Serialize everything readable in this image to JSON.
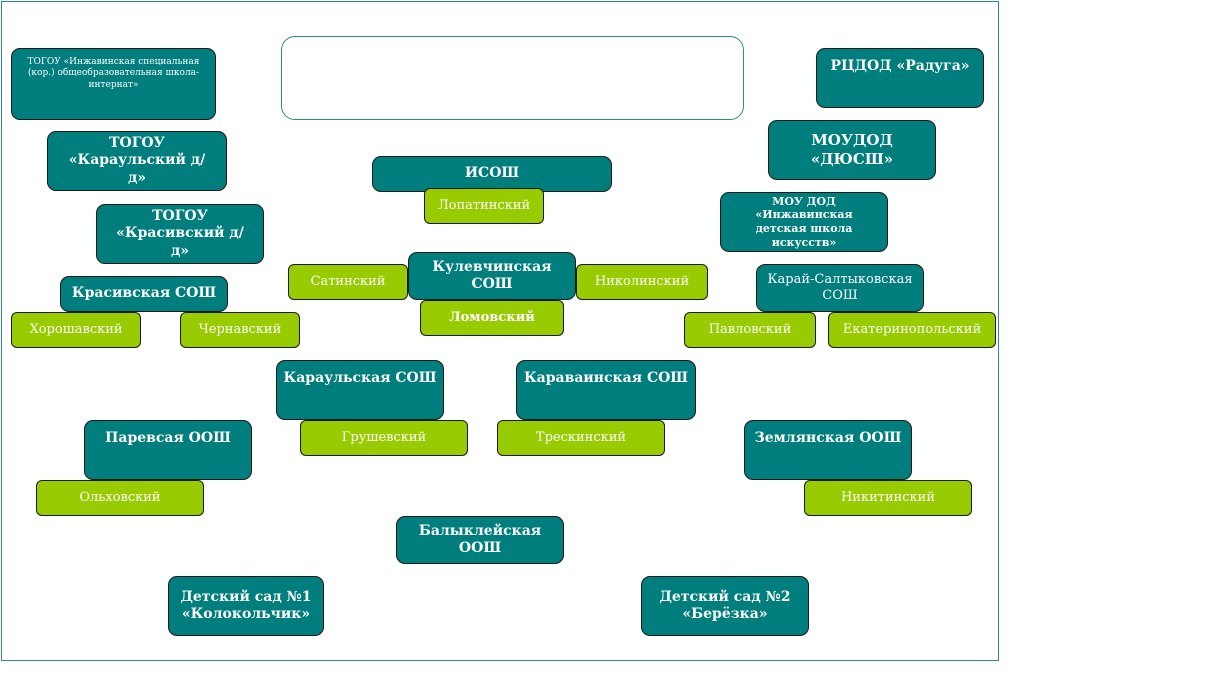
{
  "nodes": {
    "togou_special": "ТОГОУ «Инжавинская специальная (кор.) общеобразовательная школа-интернат»",
    "togou_karaul": "ТОГОУ «Караульский д/д»",
    "togou_krasiv": "ТОГОУ «Красивский д/д»",
    "krasiv_sosh": "Красивская СОШ",
    "khoroshav": "Хорошавский",
    "chernav": "Чернавский",
    "rcdod": "РЦДОД «Радуга»",
    "moudod": "МОУДОД «ДЮСШ»",
    "mou_dod": "МОУ ДОД «Инжавинская детская школа искусств»",
    "isosh": "ИСОШ",
    "lopatin": "Лопатинский",
    "satin": "Сатинский",
    "kulev": "Кулевчинская СОШ",
    "nikolin": "Николинский",
    "lomov": "Ломовский",
    "karay": "Карай-Салтыковская СОШ",
    "pavlov": "Павловский",
    "ekaterin": "Екатеринопольский",
    "karaul_sosh": "Караульская СОШ",
    "grushev": "Грушевский",
    "karavain": "Караваинская СОШ",
    "treskin": "Трескинский",
    "parev": "Паревсая ООШ",
    "olkhov": "Ольховский",
    "zemlyan": "Землянская ООШ",
    "nikitin": "Никитинский",
    "balykley": "Балыклейская ООШ",
    "ds1": "Детский сад №1 «Колокольчик»",
    "ds2": "Детский сад №2 «Берёзка»"
  }
}
